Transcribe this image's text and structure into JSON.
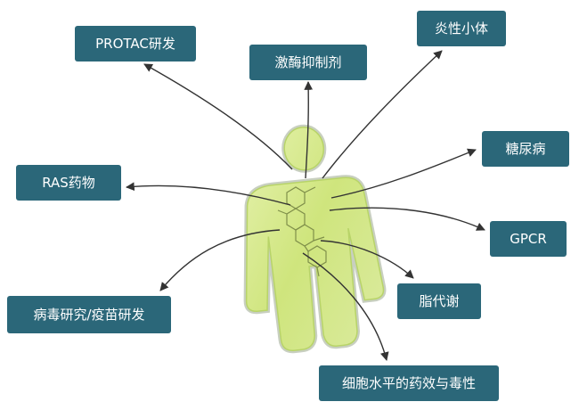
{
  "labels": {
    "protac": "PROTAC研发",
    "enzyme_inhibitor": "激酶抑制剂",
    "inflammasome": "炎性小体",
    "ras_drugs": "RAS药物",
    "diabetes": "糖尿病",
    "gpcr": "GPCR",
    "lipid_metabolism": "脂代谢",
    "virus_vaccine": "病毒研究/疫苗研发",
    "cell_level": "细胞水平的药效与毒性"
  },
  "colors": {
    "label_bg": "#2b6779",
    "label_text": "#ffffff",
    "figure_fill": "#d4e98a",
    "figure_glow": "#eef7c6",
    "arrow": "#333333"
  }
}
